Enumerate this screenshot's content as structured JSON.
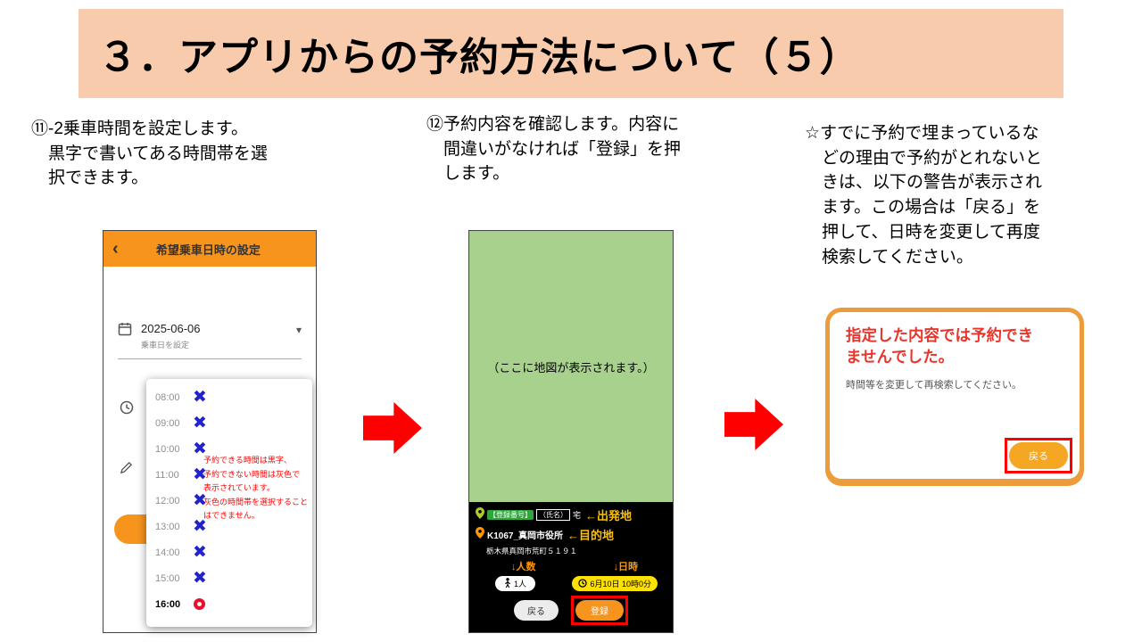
{
  "slide": {
    "title": "３．アプリからの予約方法について（５）"
  },
  "steps": [
    {
      "text": "⑪-2乗車時間を設定します。\n　黒字で書いてある時間帯を選\n　択できます。"
    },
    {
      "text": "⑫予約内容を確認します。内容に\n　間違いがなければ「登録」を押\n　します。"
    },
    {
      "text": "☆すでに予約で埋まっているな\n　どの理由で予約がとれないと\n　きは、以下の警告が表示され\n　ます。この場合は「戻る」を\n　押して、日時を変更して再度\n　検索してください。"
    }
  ],
  "icons": {
    "back": "‹",
    "dropdown_caret": "▾"
  },
  "phone1": {
    "header_title": "希望乗車日時の設定",
    "date_value": "2025-06-06",
    "date_label": "乗車日を設定",
    "times": [
      {
        "time": "08:00",
        "status": "unavailable"
      },
      {
        "time": "09:00",
        "status": "unavailable"
      },
      {
        "time": "10:00",
        "status": "unavailable"
      },
      {
        "time": "11:00",
        "status": "unavailable"
      },
      {
        "time": "12:00",
        "status": "unavailable"
      },
      {
        "time": "13:00",
        "status": "unavailable"
      },
      {
        "time": "14:00",
        "status": "unavailable"
      },
      {
        "time": "15:00",
        "status": "unavailable"
      },
      {
        "time": "16:00",
        "status": "available"
      }
    ],
    "note": "予約できる時間は黒字、\n予約できない時間は灰色で\n表示されています。\n灰色の時間帯を選択すること\nはできません。"
  },
  "phone2": {
    "map_placeholder": "（ここに地図が表示されます。）",
    "departure_tag1": "【登録番号】",
    "departure_tag2": "（氏名）",
    "departure_suffix": "宅",
    "departure_arrow": "←出発地",
    "destination_name": "K1067_真岡市役所",
    "destination_arrow": "←目的地",
    "address": "栃木県真岡市荒町５１９１",
    "people_label": "↓人数",
    "datetime_label": "↓日時",
    "people_value": "1人",
    "datetime_value": "6月10日 10時0分",
    "back_button": "戻る",
    "register_button": "登録"
  },
  "phone3": {
    "title": "指定した内容では予約できませんでした。",
    "message": "時間等を変更して再検索してください。",
    "back_button": "戻る"
  },
  "colors": {
    "banner": "#F8CBAD",
    "phone_header_orange": "#F7941D",
    "map_green": "#A9D18E",
    "arrow_red": "#FF0000",
    "mark_blue": "#2323CC",
    "ring_red": "#E8112D",
    "warning_red": "#E8362D",
    "button_orange": "#F5A623"
  }
}
